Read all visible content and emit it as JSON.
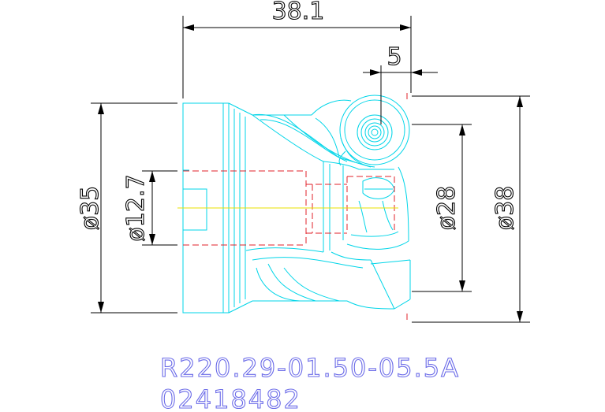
{
  "dimensions": {
    "overall_length": "38.1",
    "offset": "5",
    "body_diameter": "ø35",
    "bore_diameter": "ø12.7",
    "inner_diameter": "ø28",
    "cutting_diameter": "ø38"
  },
  "product": {
    "part_number": "R220.29-01.50-05.5A",
    "order_code": "02418482"
  },
  "colors": {
    "dimension": "#000000",
    "outline": "#00d5e8",
    "hidden": "#e0202a",
    "centerline": "#e8e000",
    "label": "#6a6ae8"
  }
}
